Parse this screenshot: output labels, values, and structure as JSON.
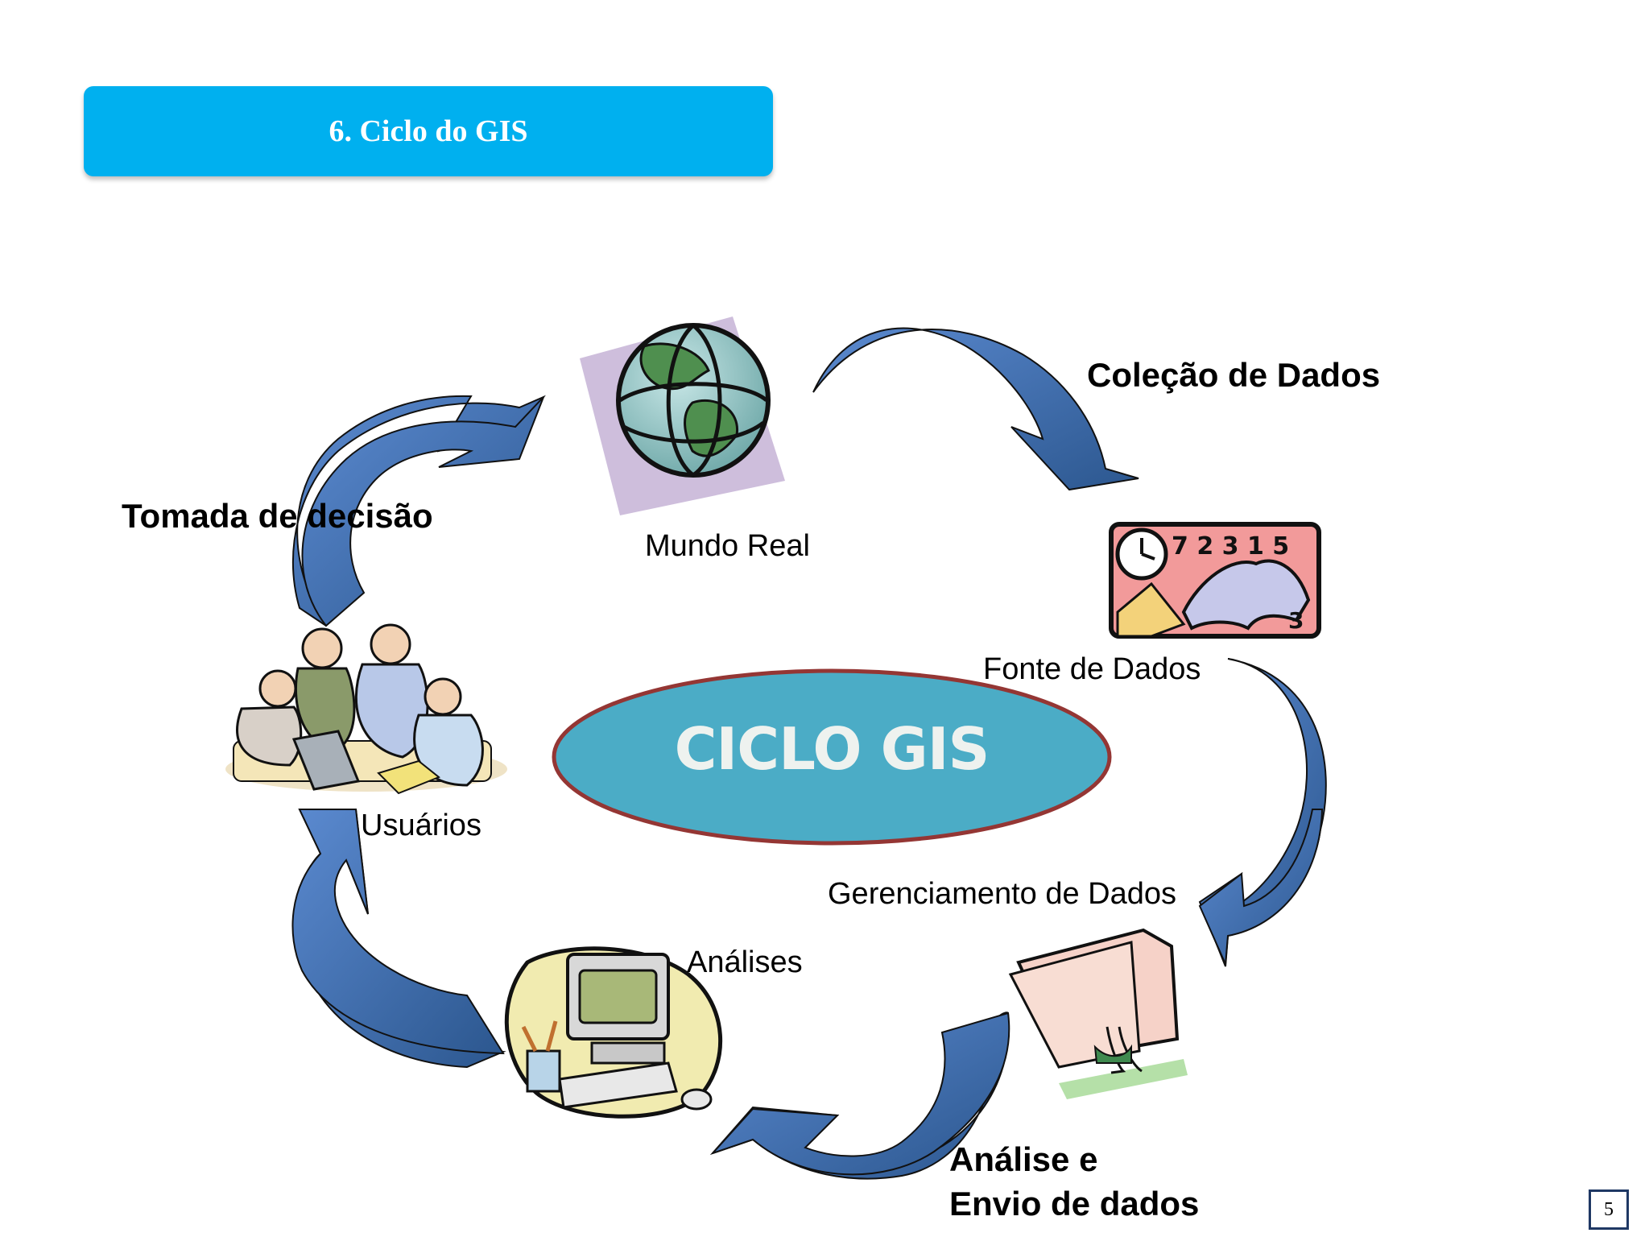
{
  "slide": {
    "title": "6. Ciclo do GIS",
    "page_number": "5"
  },
  "diagram": {
    "center": "CICLO GIS",
    "nodes": {
      "real_world": "Mundo Real",
      "data_source": "Fonte de Dados",
      "data_management": "Gerenciamento de Dados",
      "analysis": "Análises",
      "users": "Usuários"
    },
    "stages": {
      "data_collection": "Coleção de Dados",
      "analysis_line1": "Análise e",
      "analysis_line2": "Envio de dados",
      "decision_making": "Tomada de decisão"
    }
  },
  "colors": {
    "title_bg": "#00b0ef",
    "arrow_light": "#4f7ec4",
    "arrow_dark": "#2f5b95",
    "ellipse_fill": "#4bacc6",
    "ellipse_border": "#943634"
  }
}
